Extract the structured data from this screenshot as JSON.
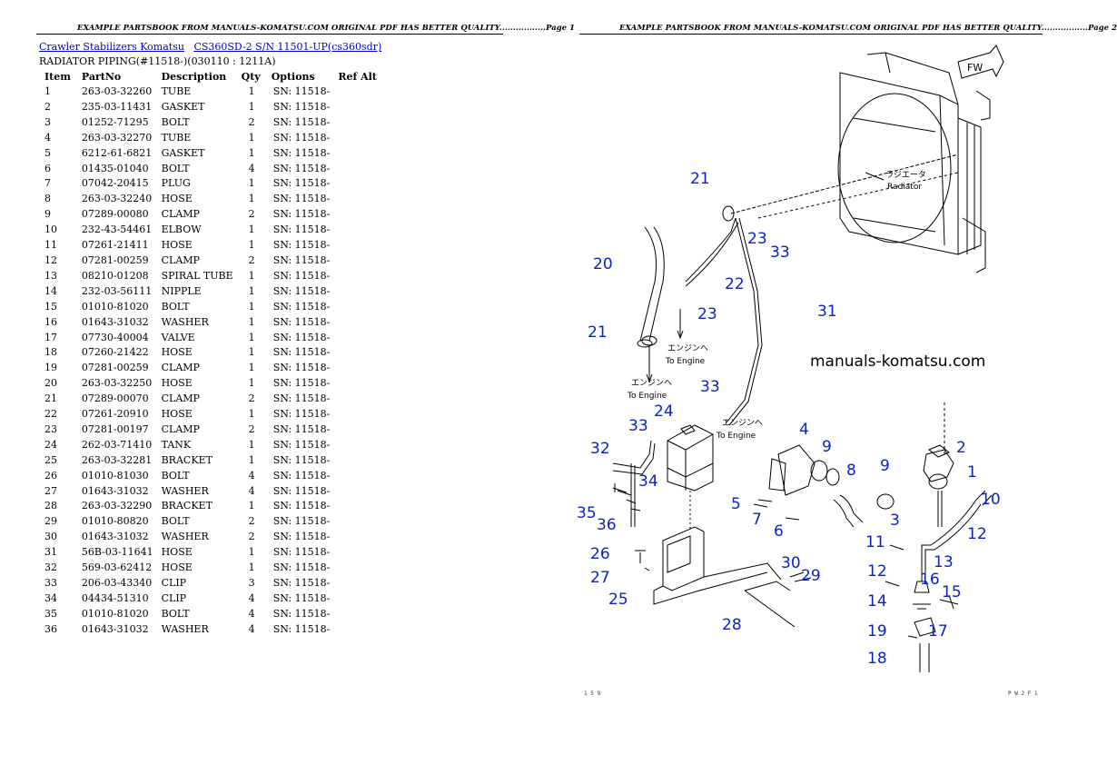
{
  "left": {
    "header": "EXAMPLE PARTSBOOK FROM MANUALS-KOMATSU.COM ORIGINAL PDF HAS BETTER QUALITY.................Page 1",
    "breadcrumb": {
      "link1": "Crawler Stabilizers Komatsu",
      "link2": "CS360SD-2 S/N 11501-UP(cs360sdr)"
    },
    "section_title": "RADIATOR PIPING(#11518-)(030110 : 1211A)",
    "columns": [
      "Item",
      "PartNo",
      "Description",
      "Qty",
      "Options",
      "Ref Alt"
    ],
    "rows": [
      [
        "1",
        "263-03-32260",
        "TUBE",
        "1",
        "SN: 11518-",
        ""
      ],
      [
        "2",
        "235-03-11431",
        "GASKET",
        "1",
        "SN: 11518-",
        ""
      ],
      [
        "3",
        "01252-71295",
        "BOLT",
        "2",
        "SN: 11518-",
        ""
      ],
      [
        "4",
        "263-03-32270",
        "TUBE",
        "1",
        "SN: 11518-",
        ""
      ],
      [
        "5",
        "6212-61-6821",
        "GASKET",
        "1",
        "SN: 11518-",
        ""
      ],
      [
        "6",
        "01435-01040",
        "BOLT",
        "4",
        "SN: 11518-",
        ""
      ],
      [
        "7",
        "07042-20415",
        "PLUG",
        "1",
        "SN: 11518-",
        ""
      ],
      [
        "8",
        "263-03-32240",
        "HOSE",
        "1",
        "SN: 11518-",
        ""
      ],
      [
        "9",
        "07289-00080",
        "CLAMP",
        "2",
        "SN: 11518-",
        ""
      ],
      [
        "10",
        "232-43-54461",
        "ELBOW",
        "1",
        "SN: 11518-",
        ""
      ],
      [
        "11",
        "07261-21411",
        "HOSE",
        "1",
        "SN: 11518-",
        ""
      ],
      [
        "12",
        "07281-00259",
        "CLAMP",
        "2",
        "SN: 11518-",
        ""
      ],
      [
        "13",
        "08210-01208",
        "SPIRAL TUBE",
        "1",
        "SN: 11518-",
        ""
      ],
      [
        "14",
        "232-03-56111",
        "NIPPLE",
        "1",
        "SN: 11518-",
        ""
      ],
      [
        "15",
        "01010-81020",
        "BOLT",
        "1",
        "SN: 11518-",
        ""
      ],
      [
        "16",
        "01643-31032",
        "WASHER",
        "1",
        "SN: 11518-",
        ""
      ],
      [
        "17",
        "07730-40004",
        "VALVE",
        "1",
        "SN: 11518-",
        ""
      ],
      [
        "18",
        "07260-21422",
        "HOSE",
        "1",
        "SN: 11518-",
        ""
      ],
      [
        "19",
        "07281-00259",
        "CLAMP",
        "1",
        "SN: 11518-",
        ""
      ],
      [
        "20",
        "263-03-32250",
        "HOSE",
        "1",
        "SN: 11518-",
        ""
      ],
      [
        "21",
        "07289-00070",
        "CLAMP",
        "2",
        "SN: 11518-",
        ""
      ],
      [
        "22",
        "07261-20910",
        "HOSE",
        "1",
        "SN: 11518-",
        ""
      ],
      [
        "23",
        "07281-00197",
        "CLAMP",
        "2",
        "SN: 11518-",
        ""
      ],
      [
        "24",
        "262-03-71410",
        "TANK",
        "1",
        "SN: 11518-",
        ""
      ],
      [
        "25",
        "263-03-32281",
        "BRACKET",
        "1",
        "SN: 11518-",
        ""
      ],
      [
        "26",
        "01010-81030",
        "BOLT",
        "4",
        "SN: 11518-",
        ""
      ],
      [
        "27",
        "01643-31032",
        "WASHER",
        "4",
        "SN: 11518-",
        ""
      ],
      [
        "28",
        "263-03-32290",
        "BRACKET",
        "1",
        "SN: 11518-",
        ""
      ],
      [
        "29",
        "01010-80820",
        "BOLT",
        "2",
        "SN: 11518-",
        ""
      ],
      [
        "30",
        "01643-31032",
        "WASHER",
        "2",
        "SN: 11518-",
        ""
      ],
      [
        "31",
        "56B-03-11641",
        "HOSE",
        "1",
        "SN: 11518-",
        ""
      ],
      [
        "32",
        "569-03-62412",
        "HOSE",
        "1",
        "SN: 11518-",
        ""
      ],
      [
        "33",
        "206-03-43340",
        "CLIP",
        "3",
        "SN: 11518-",
        ""
      ],
      [
        "34",
        "04434-51310",
        "CLIP",
        "4",
        "SN: 11518-",
        ""
      ],
      [
        "35",
        "01010-81020",
        "BOLT",
        "4",
        "SN: 11518-",
        ""
      ],
      [
        "36",
        "01643-31032",
        "WASHER",
        "4",
        "SN: 11518-",
        ""
      ]
    ]
  },
  "right": {
    "header": "EXAMPLE PARTSBOOK FROM MANUALS-KOMATSU.COM ORIGINAL PDF HAS BETTER QUALITY.................Page 2",
    "watermark": "manuals-komatsu.com",
    "diagram": {
      "fw_label": "FW",
      "radiator_jp": "ラジエータ",
      "radiator_en": "Radiator",
      "engine_jp": "エンジンへ",
      "engine_en": "To Engine",
      "corner_bl": "1 5 9",
      "corner_br": "P W 2 F 1",
      "callouts": [
        "1",
        "2",
        "3",
        "4",
        "5",
        "6",
        "7",
        "8",
        "9",
        "9",
        "10",
        "11",
        "12",
        "12",
        "13",
        "14",
        "15",
        "16",
        "17",
        "18",
        "19",
        "20",
        "21",
        "21",
        "22",
        "23",
        "23",
        "24",
        "25",
        "26",
        "27",
        "28",
        "29",
        "30",
        "31",
        "32",
        "33",
        "33",
        "34",
        "35",
        "36"
      ]
    }
  }
}
